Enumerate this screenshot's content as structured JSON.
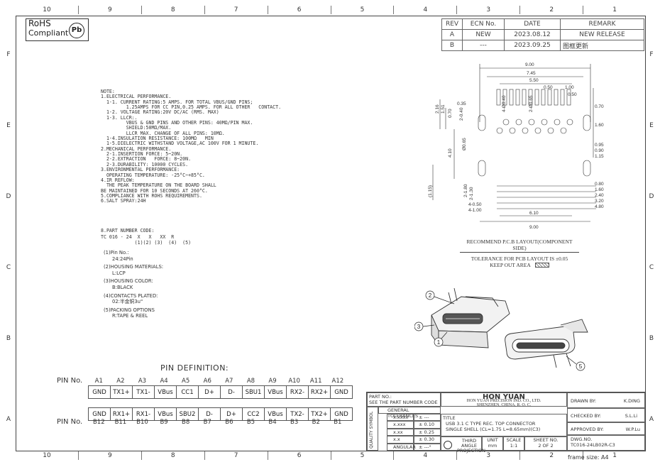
{
  "zones_top": [
    "10",
    "9",
    "8",
    "7",
    "6",
    "5",
    "4",
    "3",
    "2",
    "1"
  ],
  "zones_bottom": [
    "10",
    "9",
    "8",
    "7",
    "6",
    "5",
    "4",
    "3",
    "2",
    "1"
  ],
  "rows_left": [
    "F",
    "E",
    "D",
    "C",
    "B",
    "A"
  ],
  "rohs": {
    "line1": "RoHS",
    "line2": "Compliant",
    "pb": "Pb"
  },
  "revision": {
    "headers": [
      "REV",
      "ECN No.",
      "DATE",
      "REMARK"
    ],
    "rows": [
      [
        "A",
        "NEW",
        "2023.08.12",
        "NEW RELEASE"
      ],
      [
        "B",
        "---",
        "2023.09.25",
        "图框更新"
      ]
    ]
  },
  "notes": [
    "NOTE:",
    "1.ELECTRICAL PERFORMANCE.",
    "  1-1. CURRENT RATING:5 AMPS. FOR TOTAL VBUS/GND PINS;",
    "         1.25AMPS FOR CC PIN,0.25 AMPS. FOR ALL OTHER   CONTACT.",
    "  1-2. VOLTAGE RATING:20V DC/AC (RMS. MAX)",
    "  1-3. LLCR:.",
    "         VBUS & GND PINS AND OTHER PINS: 40MΩ/PIN MAX.",
    "         SHIELD:50MΩ/MAX.",
    "         LLCR MAX. CHANGE OF ALL PINS: 10MΩ.",
    "  1-4.INSULATION RESISTANCE: 100MΩ   MIN",
    "  1-5.DIELECTRIC WITHSTAND VOLTAGE,AC 100V FOR 1 MINUTE.",
    "2.MECHANICAL PERFORMANCE.",
    "  2-1.INSERTION FORCE: 5~20N.",
    "  2-2.EXTRACTION   FORCE: 8~20N.",
    "  2-3.DURABILITY: 10000 CYCLES.",
    "3.ENVIRONMENTAL PERFORMANCE:",
    "  OPERATING TEMPERATURE: -25°C~+85°C.",
    "4.IR REFLOW:",
    "  THE PEAK TEMPERATURE ON THE BOARD SHALL",
    "BE MAINTAINED FOR 10 SECONDS AT 260°C.",
    "5.COMPLIANCE WITH ROHS REQUIREMENTS.",
    "6.SALT SPRAY:24H"
  ],
  "part_number": {
    "title": "8.PART NUMBER CODE:",
    "code": "TC 016 - 24  X   X   XX  R",
    "refs": "            (1)(2) (3)  (4)  (5)"
  },
  "options": [
    {
      "label": "(1)Pin No.:",
      "value": "24:24Pin"
    },
    {
      "label": "(2)HOUSING MATERIALS:",
      "value": "L:LCP"
    },
    {
      "label": "(3)HOUSING COLOR:",
      "value": "B:BLACK"
    },
    {
      "label": "(4)CONTACTS PLATED:",
      "value": "02:半金铜3u\""
    },
    {
      "label": "(5)PACKING OPTIONS",
      "value": "R:TAPE & REEL"
    }
  ],
  "pin_definition": {
    "title": "PIN DEFINITION:",
    "label": "PIN No.",
    "top_numbers": [
      "A1",
      "A2",
      "A3",
      "A4",
      "A5",
      "A6",
      "A7",
      "A8",
      "A9",
      "A10",
      "A11",
      "A12"
    ],
    "top_signals": [
      "GND",
      "TX1+",
      "TX1-",
      "VBus",
      "CC1",
      "D+",
      "D-",
      "SBU1",
      "VBus",
      "RX2-",
      "RX2+",
      "GND"
    ],
    "bottom_signals": [
      "GND",
      "RX1+",
      "RX1-",
      "VBus",
      "SBU2",
      "D-",
      "D+",
      "CC2",
      "VBus",
      "TX2-",
      "TX2+",
      "GND"
    ],
    "bottom_numbers": [
      "B12",
      "B11",
      "B10",
      "B9",
      "B8",
      "B7",
      "B6",
      "B5",
      "B4",
      "B3",
      "B2",
      "B1"
    ]
  },
  "pcb_layout": {
    "caption1": "RECOMMEND P.C.B LAYOUT(COMPONENT SIDE)",
    "caption2": "TOLERANCE FOR PCB LAYOUT IS ±0.05",
    "caption3": "KEEP OUT AREA",
    "dims_top": [
      "9.00",
      "7.45",
      "5.50",
      "0.50",
      "1.00",
      "0.50"
    ],
    "dims_right": [
      "0.70",
      "1.60",
      "0.95",
      "0.90",
      "1.15",
      "0.80",
      "1.60",
      "2.40",
      "3.20",
      "4.80"
    ],
    "dims_left": [
      "2.16",
      "1.51",
      "0.70",
      "2-0.40",
      "0.35",
      "4.10",
      "2-1.80",
      "2-1.30",
      "4-0.50",
      "4-1.00",
      "(1.15)"
    ],
    "dims_holes": [
      "4-Ø0.40",
      "2-Ø0.65",
      "Ø0.65"
    ],
    "dims_bottom": [
      "6.10",
      "9.00"
    ]
  },
  "callouts": [
    "2",
    "3",
    "1",
    "5"
  ],
  "title_block": {
    "part_no_label": "PART NO.:",
    "part_no_value": "SEE THE PART NUMBER CODE",
    "company": "HON YUAN",
    "company_full": "HON YUAN PRECISION IND. CO., LTD.",
    "company_addr": "SHENZHEN,  CHINA,  R. O. C.",
    "drawn_by_label": "DRAWN BY:",
    "drawn_by": "K.DING",
    "checked_by_label": "CHECKED BY:",
    "checked_by": "S.L.Li",
    "approved_by_label": "APPROVED BY:",
    "approved_by": "W.P.Lu",
    "quality_symbol": "QUALITY SYMBOL",
    "general_tolerances": "GENERAL TOLERANCES",
    "tol_rows": [
      [
        "x.xxxx",
        "± ---"
      ],
      [
        "x.xxx",
        "± 0.10"
      ],
      [
        "x.xx",
        "± 0.25"
      ],
      [
        "x.x",
        "± 0.30"
      ],
      [
        "ANGULAR",
        "± ---°"
      ]
    ],
    "title_label": "TITLE",
    "title_line1": "USB 3.1 C TYPE REC. TOP CONNECTOR",
    "title_line2": "SINGLE SHELL (CL=1.75 L=8.65mm)(C3)",
    "projection": "THIRD ANGLE PROJECTION",
    "unit_label": "UNIT",
    "unit": "mm",
    "scale_label": "SCALE",
    "scale": "1:1",
    "sheet_label": "SHEET NO.",
    "sheet": "2 OF 2",
    "dwg_label": "DWG.NO.",
    "dwg_no": "TC016-24LB02R-C3",
    "frame_size": "frame size: A4"
  }
}
